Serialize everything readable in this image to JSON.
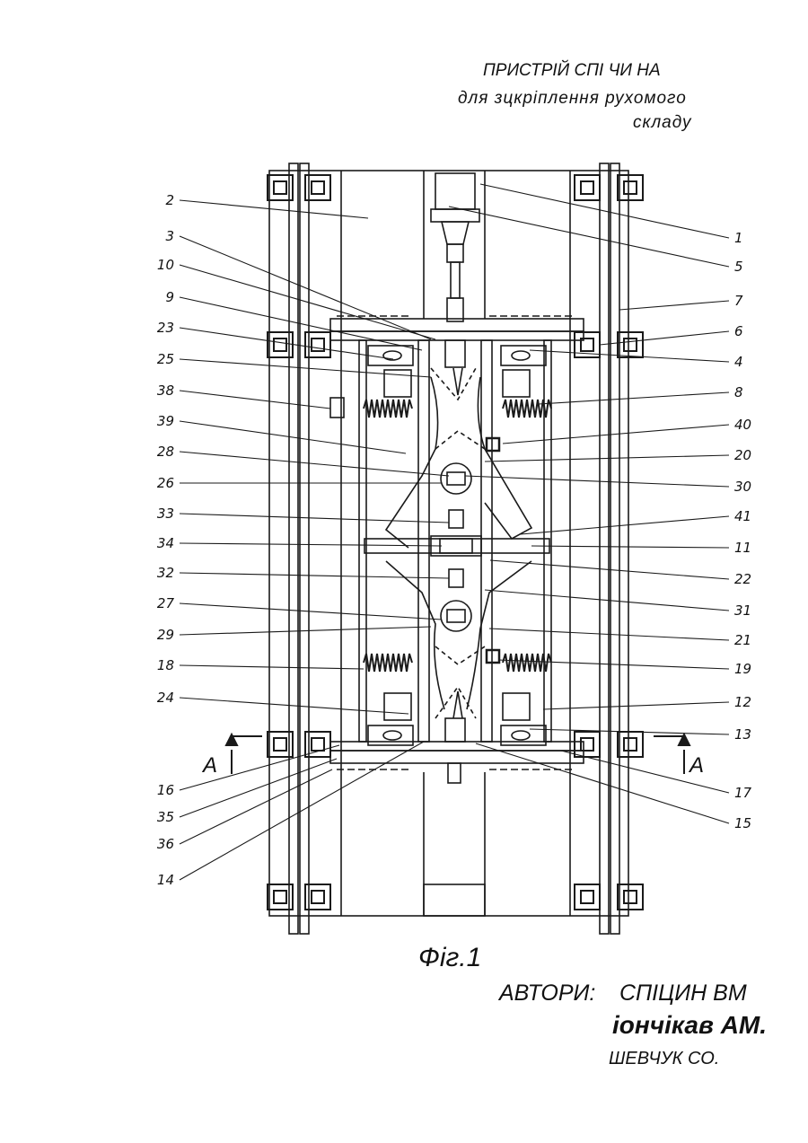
{
  "title": {
    "line1": "ПРИСТРІЙ СПІ ЧИ НА",
    "line2": "для зцкріплення рухомого",
    "line3": "складу"
  },
  "figure_caption": "Фіг.1",
  "section_mark": "A",
  "authors": {
    "label": "АВТОРИ:",
    "names": [
      "СПІЦИН ВМ",
      "іончікав АМ.",
      "ШЕВЧУК СО."
    ]
  },
  "callouts_left": [
    "2",
    "3",
    "10",
    "9",
    "23",
    "25",
    "38",
    "39",
    "28",
    "26",
    "33",
    "34",
    "32",
    "27",
    "29",
    "18",
    "24",
    "16",
    "35",
    "36",
    "14"
  ],
  "callouts_right": [
    "1",
    "5",
    "7",
    "6",
    "4",
    "8",
    "40",
    "20",
    "30",
    "41",
    "11",
    "22",
    "31",
    "21",
    "19",
    "12",
    "13",
    "17",
    "15"
  ],
  "line_color": "#1a1a1a"
}
